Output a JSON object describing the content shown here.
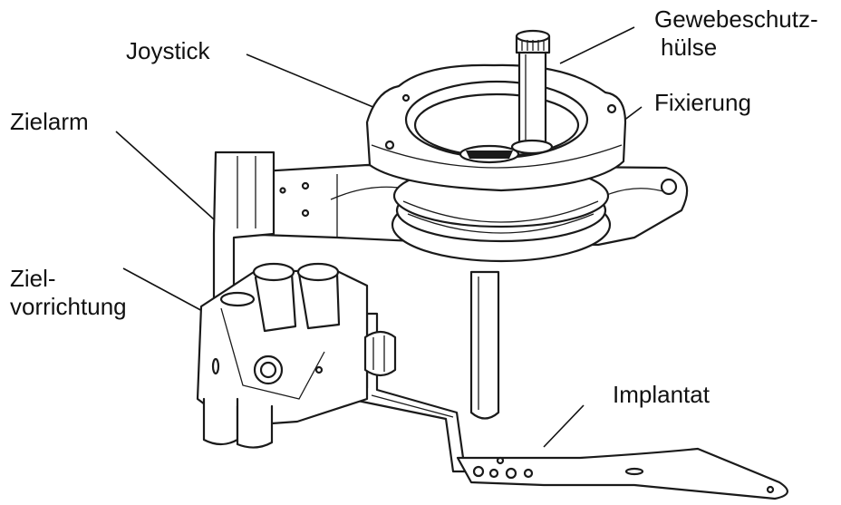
{
  "labels": {
    "gewebeschutz_line1": "Gewebeschutz-",
    "gewebeschutz_line2": "hülse",
    "joystick": "Joystick",
    "fixierung": "Fixierung",
    "zielarm": "Zielarm",
    "zielvorrichtung_line1": "Ziel-",
    "zielvorrichtung_line2": "vorrichtung",
    "implantat": "Implantat"
  }
}
